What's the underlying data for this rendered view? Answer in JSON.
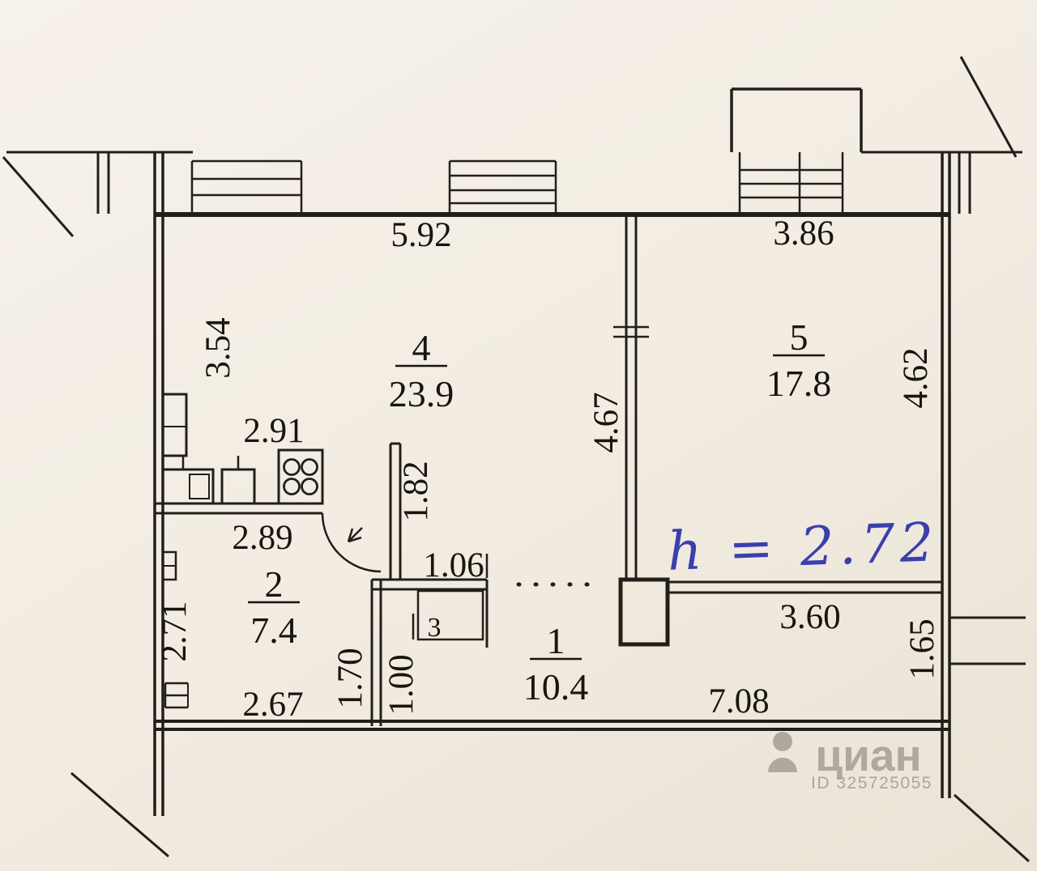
{
  "plan": {
    "rooms": [
      {
        "number": "4",
        "area": "23.9"
      },
      {
        "number": "5",
        "area": "17.8"
      },
      {
        "number": "2",
        "area": "7.4"
      },
      {
        "number": "1",
        "area": "10.4"
      },
      {
        "number": "3"
      }
    ],
    "dimensions": {
      "room4_top": "5.92",
      "room5_top": "3.86",
      "room4_left": "3.54",
      "room5_right": "4.62",
      "divider_wall": "4.67",
      "counter_span": "2.91",
      "partition": "1.82",
      "kitchen_width": "2.89",
      "niche": "1.06",
      "kitchen_left": "2.71",
      "bath_depth": "1.70",
      "bath_width": "1.00",
      "kitchen_bottom": "2.67",
      "hall_bottom": "7.08",
      "hall_upper": "3.60",
      "hall_right": "1.65"
    },
    "note": {
      "ceiling_height": "h = 2.72"
    },
    "watermark": {
      "brand": "циан",
      "listing_id": "ID 325725055"
    }
  }
}
